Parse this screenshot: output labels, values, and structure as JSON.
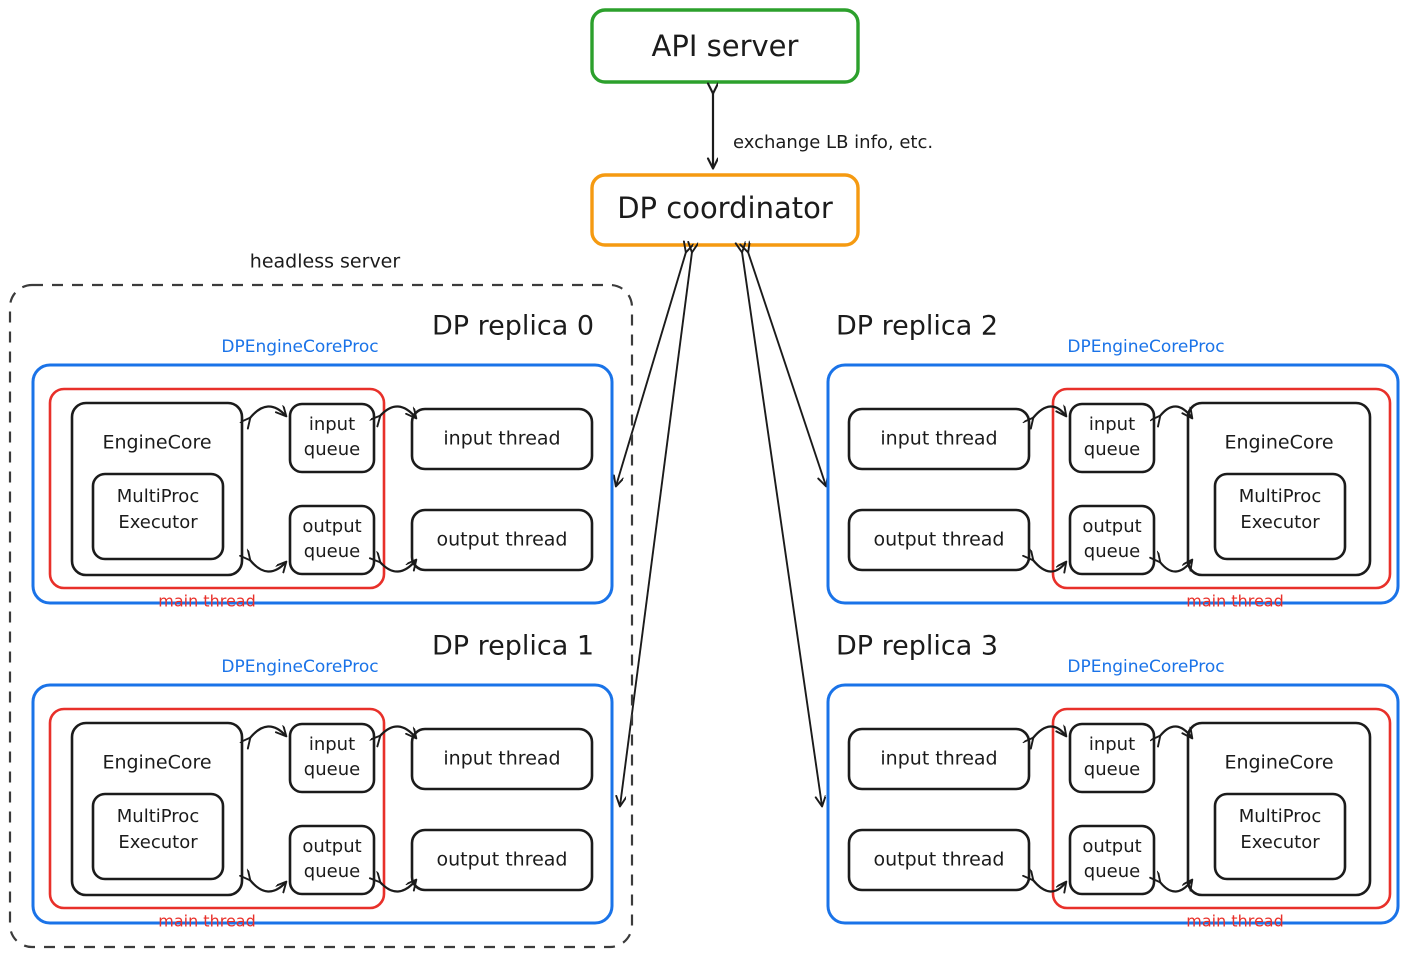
{
  "diagram": {
    "title_nodes": {
      "api_server": "API server",
      "dp_coordinator": "DP coordinator"
    },
    "edge_labels": {
      "coordinator_api": "exchange LB info, etc."
    },
    "region_label": "headless server",
    "labels": {
      "proc": "DPEngineCoreProc",
      "main_thread": "main thread",
      "engine_core": "EngineCore",
      "multiproc_executor_line1": "MultiProc",
      "multiproc_executor_line2": "Executor",
      "input_queue_line1": "input",
      "input_queue_line2": "queue",
      "output_queue_line1": "output",
      "output_queue_line2": "queue",
      "input_thread": "input thread",
      "output_thread": "output thread"
    },
    "replicas": [
      {
        "id": "replica-0",
        "title": "DP replica 0",
        "orientation": "left",
        "inside_headless": true
      },
      {
        "id": "replica-1",
        "title": "DP replica 1",
        "orientation": "left",
        "inside_headless": true
      },
      {
        "id": "replica-2",
        "title": "DP replica 2",
        "orientation": "right",
        "inside_headless": false
      },
      {
        "id": "replica-3",
        "title": "DP replica 3",
        "orientation": "right",
        "inside_headless": false
      }
    ],
    "colors": {
      "api_server_border": "#2ca02c",
      "coordinator_border": "#f59a11",
      "proc_border": "#1a73e8",
      "main_thread_border": "#e8302a",
      "node_border": "#1b1b1b",
      "headless_border": "#3b3b3b"
    }
  }
}
